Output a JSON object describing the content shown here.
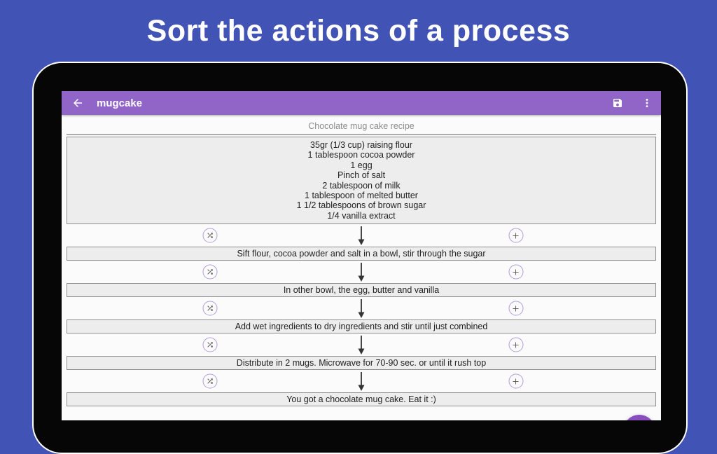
{
  "banner": {
    "title": "Sort the actions of a process"
  },
  "toolbar": {
    "title": "mugcake",
    "back_icon": "arrow-left-icon",
    "save_icon": "save-icon",
    "menu_icon": "overflow-menu-icon"
  },
  "sheet": {
    "header": "Chocolate mug cake recipe"
  },
  "flow": {
    "ingredients_lines": [
      "35gr (1/3 cup) raising flour",
      "1 tablespoon cocoa powder",
      "1 egg",
      "Pinch of salt",
      "2 tablespoon of milk",
      "1 tablespoon of melted butter",
      "1 1/2 tablespoons of brown sugar",
      "1/4 vanilla extract"
    ],
    "steps": [
      "Sift flour, cocoa powder and salt in a bowl, stir through the sugar",
      "In other bowl, the egg, butter and vanilla",
      "Add wet ingredients to dry ingredients and stir until just combined",
      "Distribute in 2 mugs. Microwave for 70-90 sec. or until it rush top",
      "You got a chocolate mug cake. Eat it :)"
    ],
    "connector_icons": {
      "left": "shuffle-icon",
      "middle": "arrow-down-icon",
      "right": "plus-icon"
    }
  },
  "fab": {
    "icon": "edit-pencil-icon"
  },
  "colors": {
    "background_blue": "#4253B6",
    "toolbar_purple": "#9164C8",
    "fab_purple": "#8A4FBF",
    "connector_circle_purple": "#B49BDD",
    "box_background": "#EDEDED",
    "box_border": "#8F8F8F"
  }
}
